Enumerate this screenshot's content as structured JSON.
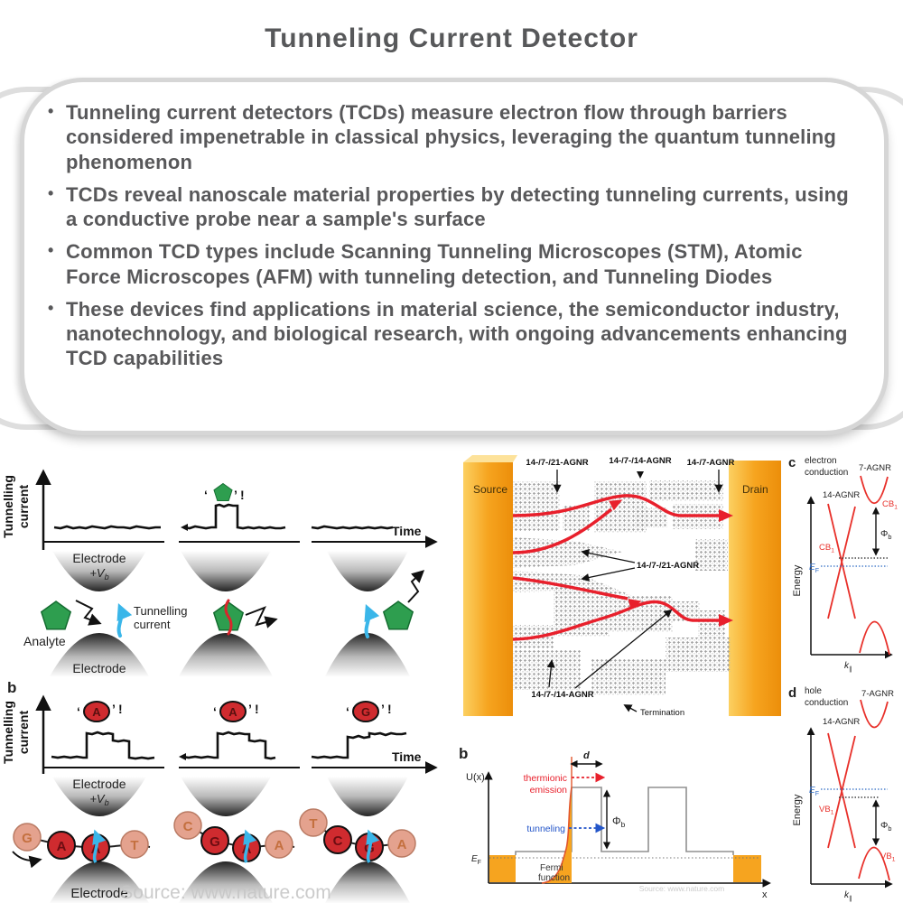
{
  "title": "Tunneling Current Detector",
  "bullets": [
    "Tunneling current detectors (TCDs) measure electron flow through barriers considered impenetrable in classical physics, leveraging the quantum tunneling phenomenon",
    "TCDs reveal nanoscale material properties by detecting tunneling currents, using a conductive probe near a sample's surface",
    "Common TCD types include Scanning Tunneling Microscopes (STM), Atomic Force Microscopes (AFM) with tunneling detection, and Tunneling Diodes",
    "These devices find applications in material science, the semiconductor industry, nanotechnology, and biological research, with ongoing advancements enhancing TCD capabilities"
  ],
  "colors": {
    "body_text": "#58585A",
    "orange_electrode": "#F6A41F",
    "red_path": "#E8202C",
    "green_analyte": "#2E9E4F",
    "cyan_tunnel": "#3AB6E9",
    "fermi_blue": "#2F6BC4",
    "base_bright": "#CF2B2F",
    "base_faded": "#E4A28E",
    "watermark": "#C6C6C6"
  },
  "panel_a": {
    "ylabel1": "Tunnelling",
    "ylabel2": "current",
    "time_label": "Time",
    "quote_open": "‘",
    "quote_close": "’ !",
    "electrode_top": "Electrode",
    "vb": {
      "base": "+V",
      "sub": "b"
    },
    "analyte_label": "Analyte",
    "tunnel1": "Tunnelling",
    "tunnel2": "current",
    "electrode_bottom": "Electrode"
  },
  "panel_b": {
    "label": "b",
    "ylabel1": "Tunnelling",
    "ylabel2": "current",
    "time_label": "Time",
    "quote_open": "‘",
    "quote_close": "’ !",
    "annotations": [
      "A",
      "A",
      "G"
    ],
    "electrode_top": "Electrode",
    "vb": {
      "base": "+V",
      "sub": "b"
    },
    "electrode_bottom": "Electrode",
    "strands": [
      [
        "G",
        "A",
        "A",
        "T"
      ],
      [
        "C",
        "G",
        "A",
        "A"
      ],
      [
        "T",
        "C",
        "G",
        "A"
      ]
    ],
    "watermark": "Source: www.nature.com"
  },
  "panel_gnr": {
    "source": "Source",
    "drain": "Drain",
    "top_labels": [
      "14-/7-/21-AGNR",
      "14-/7-/14-AGNR",
      "14-/7-AGNR"
    ],
    "mid_label": "14-/7-/21-AGNR",
    "bottom_label": "14-/7-/14-AGNR",
    "termination": "Termination"
  },
  "panel_c": {
    "label": "c",
    "title1": "electron",
    "title2": "conduction",
    "agnr7": "7-AGNR",
    "agnr14": "14-AGNR",
    "cb_left": {
      "base": "CB",
      "sub": "1"
    },
    "cb_right": {
      "base": "CB",
      "sub": "1"
    },
    "ef": {
      "base": "E",
      "sub": "F"
    },
    "phi": {
      "base": "Φ",
      "sub": "b"
    },
    "energy": "Energy",
    "k": {
      "base": "k",
      "sub": "∥"
    }
  },
  "panel_d": {
    "label": "d",
    "title1": "hole",
    "title2": "conduction",
    "agnr7": "7-AGNR",
    "agnr14": "14-AGNR",
    "vb_left": {
      "base": "VB",
      "sub": "1"
    },
    "vb_right": {
      "base": "VB",
      "sub": "1"
    },
    "ef": {
      "base": "E",
      "sub": "F"
    },
    "phi": {
      "base": "Φ",
      "sub": "b"
    },
    "energy": "Energy",
    "k": {
      "base": "k",
      "sub": "∥"
    }
  },
  "panel_u": {
    "label": "b",
    "ylabel": "U(x)",
    "ef": {
      "base": "E",
      "sub": "F"
    },
    "thermionic1": "thermionic",
    "thermionic2": "emission",
    "tunneling": "tunneling",
    "d_label": "d",
    "phi": {
      "base": "Φ",
      "sub": "b"
    },
    "fermi1": "Fermi",
    "fermi2": "function",
    "xlabel": "x",
    "watermark": "Source: www.nature.com"
  }
}
